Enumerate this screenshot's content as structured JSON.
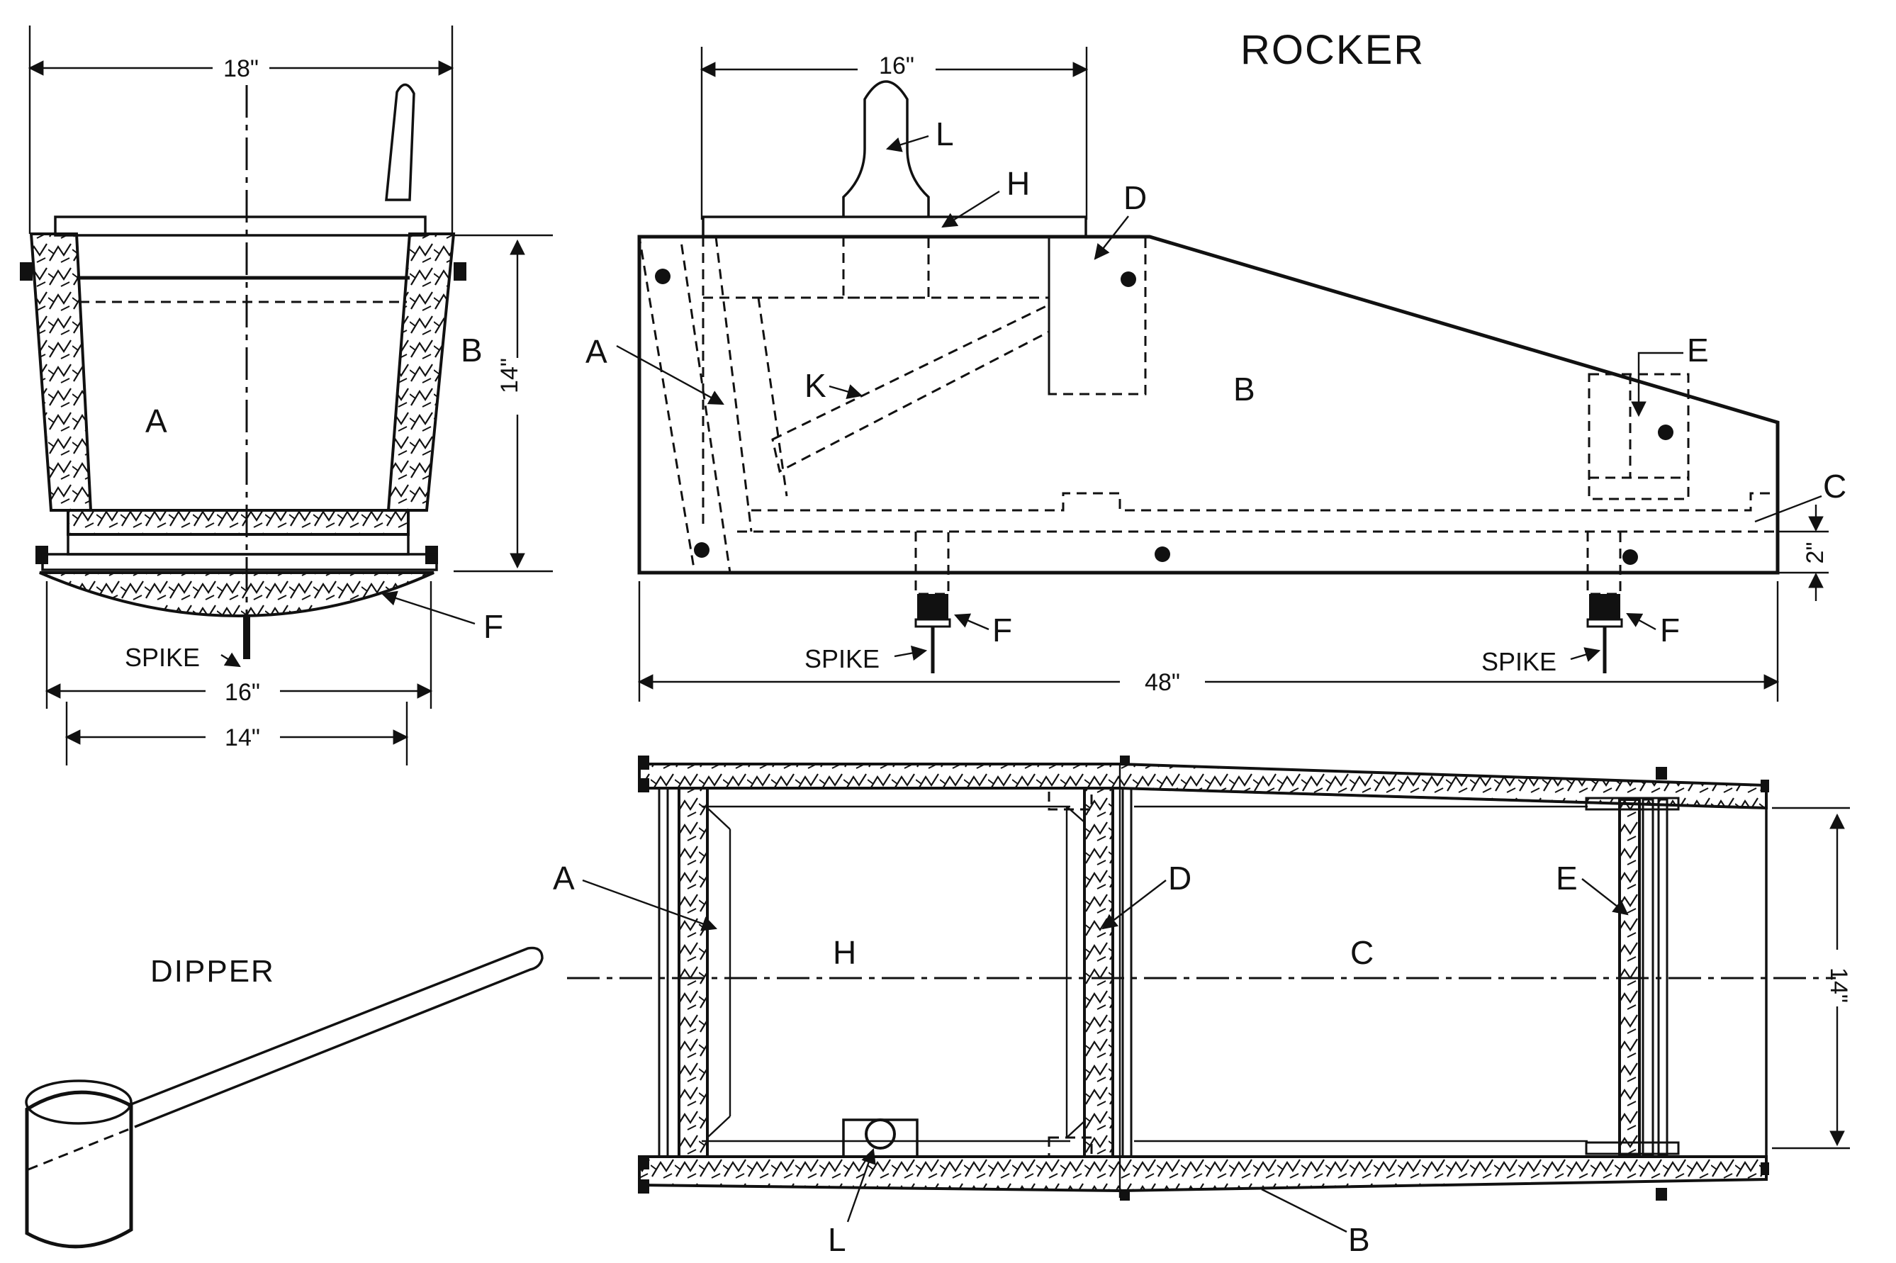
{
  "titles": {
    "rocker": "ROCKER",
    "dipper": "DIPPER"
  },
  "end_view": {
    "dim_top": "18\"",
    "dim_height": "14\"",
    "dim_bottom_outer": "16\"",
    "dim_bottom_inner": "14\"",
    "label_a": "A",
    "label_b": "B",
    "label_f": "F",
    "spike": "SPIKE"
  },
  "side_view": {
    "dim_hopper": "16\"",
    "dim_length": "48\"",
    "dim_step": "2\"",
    "label_l": "L",
    "label_h": "H",
    "label_d": "D",
    "label_a": "A",
    "label_k": "K",
    "label_b": "B",
    "label_e": "E",
    "label_c": "C",
    "label_f1": "F",
    "label_f2": "F",
    "spike1": "SPIKE",
    "spike2": "SPIKE"
  },
  "plan_view": {
    "dim_width": "14\"",
    "label_a": "A",
    "label_h": "H",
    "label_d": "D",
    "label_c": "C",
    "label_e": "E",
    "label_l": "L",
    "label_b": "B"
  },
  "colors": {
    "ink": "#111111",
    "paper": "#ffffff"
  }
}
